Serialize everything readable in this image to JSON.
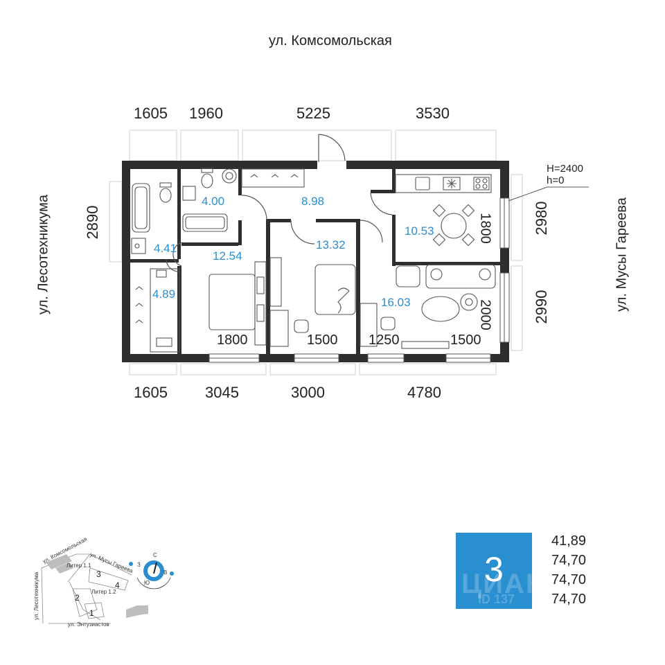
{
  "streets": {
    "top": "ул. Комсомольская",
    "left": "ул. Лесотехникума",
    "right": "ул. Мусы Гареева"
  },
  "dims_top": [
    "1605",
    "1960",
    "5225",
    "3530"
  ],
  "dims_bottom": [
    "1605",
    "3045",
    "3000",
    "4780"
  ],
  "dims_left": [
    "2890"
  ],
  "dims_right": [
    "2980",
    "2990"
  ],
  "window_widths": {
    "kitchen_right": "1800",
    "living_right": "2000",
    "bedroom_bottom": "1800",
    "room13_bottom": "1500",
    "living_bottom_left": "1250",
    "living_bottom_right": "1500"
  },
  "height_note": {
    "H": "H=2400",
    "h": "h=0"
  },
  "rooms": {
    "wc": "4.00",
    "hall": "8.98",
    "kitchen": "10.53",
    "bath": "4.41",
    "bedroom": "12.54",
    "room2": "13.32",
    "wardrobe": "4.89",
    "living": "16.03"
  },
  "badge": {
    "rooms": "3",
    "watermark": "ЦИАН",
    "watermark_id": "ID 137"
  },
  "areas": [
    "41,89",
    "74,70",
    "74,70",
    "74,70"
  ],
  "site_plan": {
    "streets": [
      "ул. Комсомольская",
      "ул. Мусы Гареева",
      "ул. Лесотехникума",
      "ул. Энтузиастов"
    ],
    "liters": [
      "Литер 1.1",
      "Литер 1.2"
    ],
    "sections": [
      "1",
      "2",
      "3",
      "4"
    ],
    "compass": [
      "С",
      "З",
      "В",
      "Ю"
    ]
  },
  "colors": {
    "wall": "#2e2e2e",
    "accent": "#2a8fd0",
    "furniture": "#555555"
  }
}
